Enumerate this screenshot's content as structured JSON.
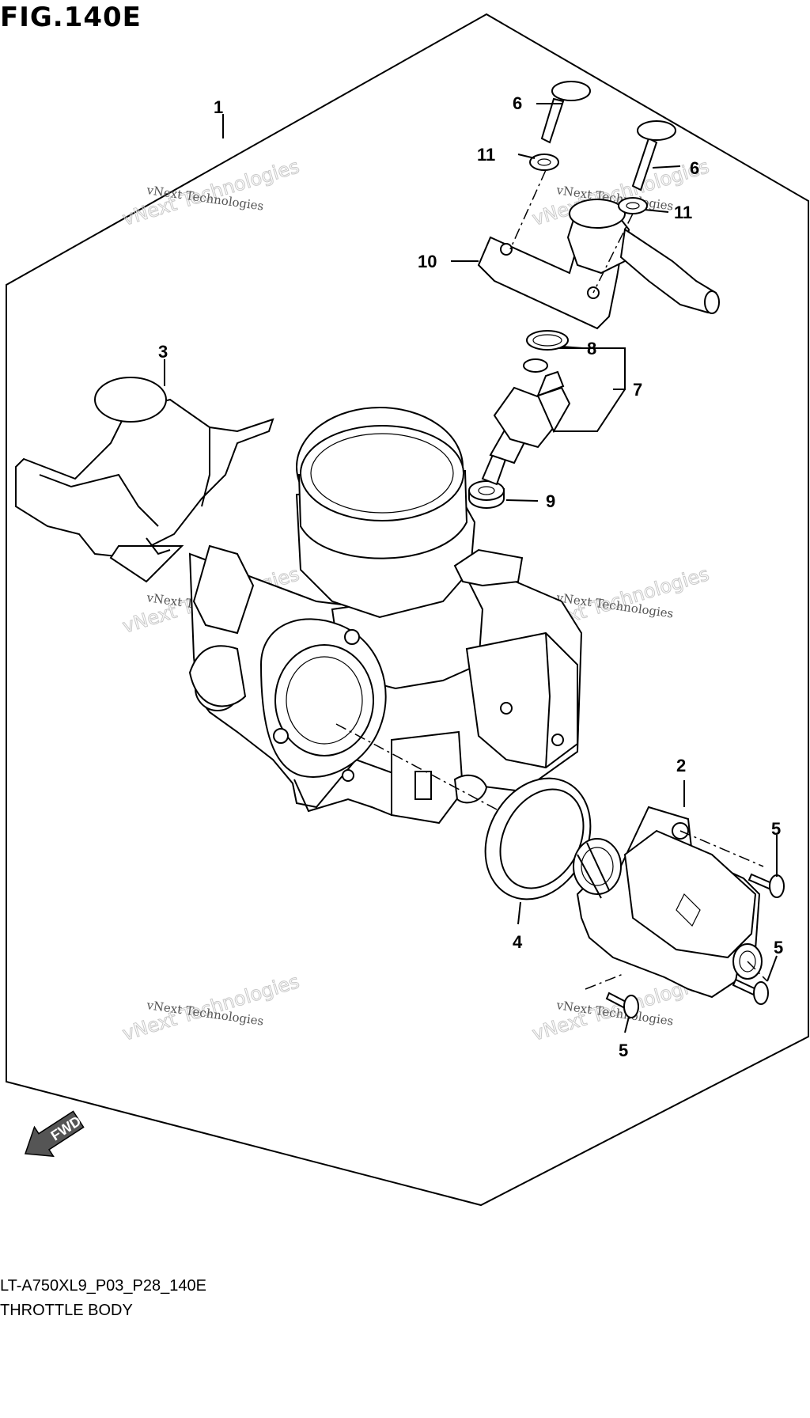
{
  "figure": {
    "title": "FIG.140E",
    "part_code": "LT-A750XL9_P03_P28_140E",
    "part_name": "THROTTLE BODY"
  },
  "callouts": {
    "c1": "1",
    "c2": "2",
    "c3": "3",
    "c4": "4",
    "c5a": "5",
    "c5b": "5",
    "c5c": "5",
    "c6a": "6",
    "c6b": "6",
    "c7": "7",
    "c8": "8",
    "c9": "9",
    "c10": "10",
    "c11a": "11",
    "c11b": "11"
  },
  "direction": {
    "label": "FWD"
  },
  "watermark": {
    "line1": "vNext Technologies",
    "line2": "vNext Technologies"
  },
  "colors": {
    "ink": "#000000",
    "watermark": "#c8c8c8"
  }
}
